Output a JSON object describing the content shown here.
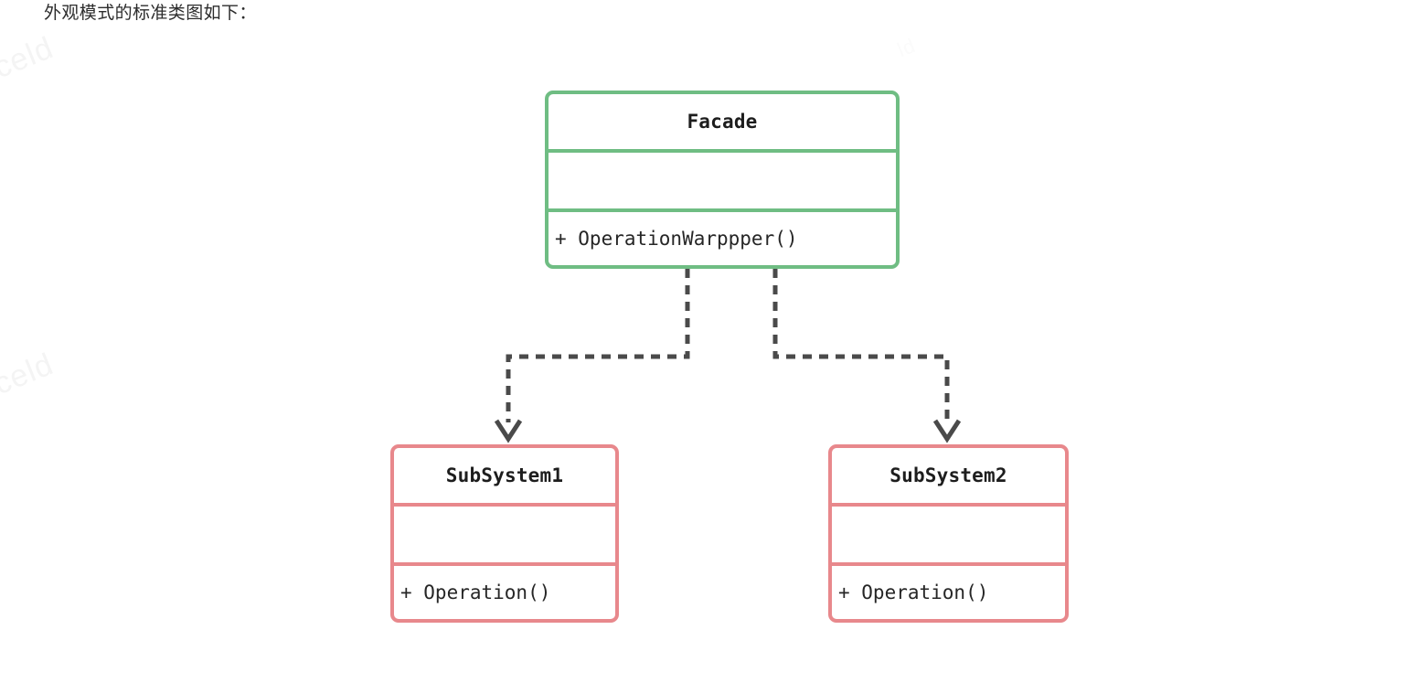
{
  "caption": {
    "text": "外观模式的标准类图如下："
  },
  "watermarks": [
    {
      "text": "celd"
    },
    {
      "text": "celd"
    },
    {
      "text": "ld"
    }
  ],
  "colors": {
    "facade_border": "#6fbd83",
    "subsystem_border": "#e8888c",
    "connector": "#4a4a4a",
    "text": "#1d1d1d",
    "background": "#ffffff",
    "watermark": "#f4f4f4"
  },
  "diagram": {
    "type": "uml-class-diagram",
    "pattern_name": "Facade",
    "classes": [
      {
        "id": "facade",
        "name": "Facade",
        "attributes": [],
        "operations": [
          "+ OperationWarppper()"
        ],
        "border_color": "#6fbd83"
      },
      {
        "id": "subsystem1",
        "name": "SubSystem1",
        "attributes": [],
        "operations": [
          "+ Operation()"
        ],
        "border_color": "#e8888c"
      },
      {
        "id": "subsystem2",
        "name": "SubSystem2",
        "attributes": [],
        "operations": [
          "+ Operation()"
        ],
        "border_color": "#e8888c"
      }
    ],
    "relations": [
      {
        "from": "facade",
        "to": "subsystem1",
        "style": "dashed",
        "arrow": "open",
        "kind": "dependency"
      },
      {
        "from": "facade",
        "to": "subsystem2",
        "style": "dashed",
        "arrow": "open",
        "kind": "dependency"
      }
    ]
  }
}
